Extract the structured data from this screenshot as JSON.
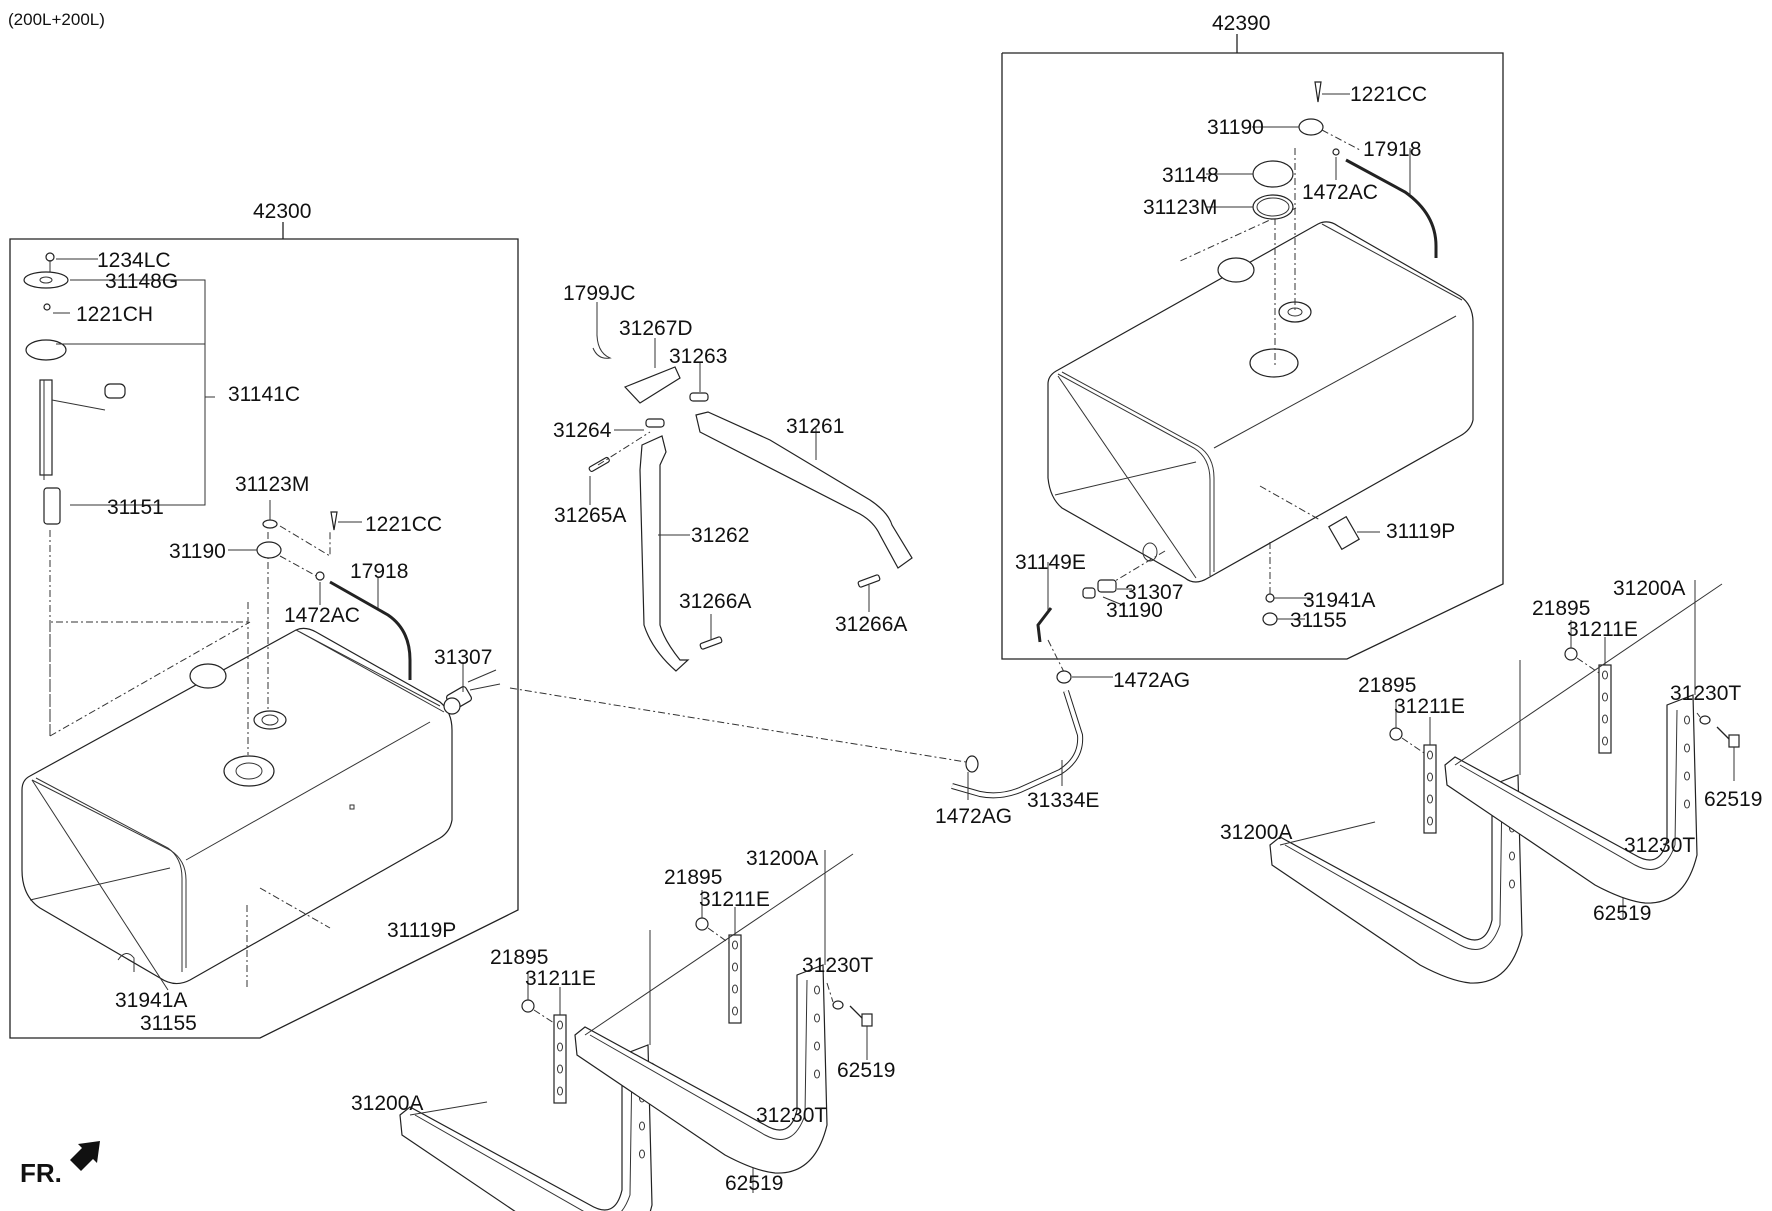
{
  "header": {
    "capacity_note": "(200L+200L)"
  },
  "direction_indicator": {
    "label": "FR.",
    "icon": "front-arrow-icon"
  },
  "assemblies": [
    {
      "id": "42300",
      "name": "left-tank-assembly"
    },
    {
      "id": "42390",
      "name": "right-tank-assembly"
    }
  ],
  "labels": {
    "l_42300": "42300",
    "l_1234LC": "1234LC",
    "l_31148G": "31148G",
    "l_1221CH": "1221CH",
    "l_31141C": "31141C",
    "l_31151": "31151",
    "l_31123M_a": "31123M",
    "l_1221CC_a": "1221CC",
    "l_31190_a": "31190",
    "l_17918_a": "17918",
    "l_1472AC_a": "1472AC",
    "l_31307_a": "31307",
    "l_31119P_a": "31119P",
    "l_31941A_a": "31941A",
    "l_31155_a": "31155",
    "l_1799JC": "1799JC",
    "l_31267D": "31267D",
    "l_31263": "31263",
    "l_31264": "31264",
    "l_31261": "31261",
    "l_31265A": "31265A",
    "l_31262": "31262",
    "l_31266A_a": "31266A",
    "l_31266A_b": "31266A",
    "l_42390": "42390",
    "l_1221CC_b": "1221CC",
    "l_31190_b": "31190",
    "l_17918_b": "17918",
    "l_31148": "31148",
    "l_1472AC_b": "1472AC",
    "l_31123M_b": "31123M",
    "l_31119P_b": "31119P",
    "l_31149E": "31149E",
    "l_31307_b": "31307",
    "l_31190_c": "31190",
    "l_31941A_b": "31941A",
    "l_31155_b": "31155",
    "l_1472AG_a": "1472AG",
    "l_1472AG_b": "1472AG",
    "l_31334E": "31334E",
    "l_21895_a": "21895",
    "l_31211E_a": "31211E",
    "l_31200A_a": "31200A",
    "l_31230T_a": "31230T",
    "l_62519_a": "62519",
    "l_21895_b": "21895",
    "l_31211E_b": "31211E",
    "l_31200A_b": "31200A",
    "l_31230T_b": "31230T",
    "l_62519_b": "62519",
    "l_21895_c": "21895",
    "l_31211E_c": "31211E",
    "l_31200A_c": "31200A",
    "l_31230T_c": "31230T",
    "l_62519_c": "62519",
    "l_21895_d": "21895",
    "l_31211E_d": "31211E",
    "l_31200A_d": "31200A",
    "l_31230T_d": "31230T",
    "l_62519_d": "62519"
  }
}
